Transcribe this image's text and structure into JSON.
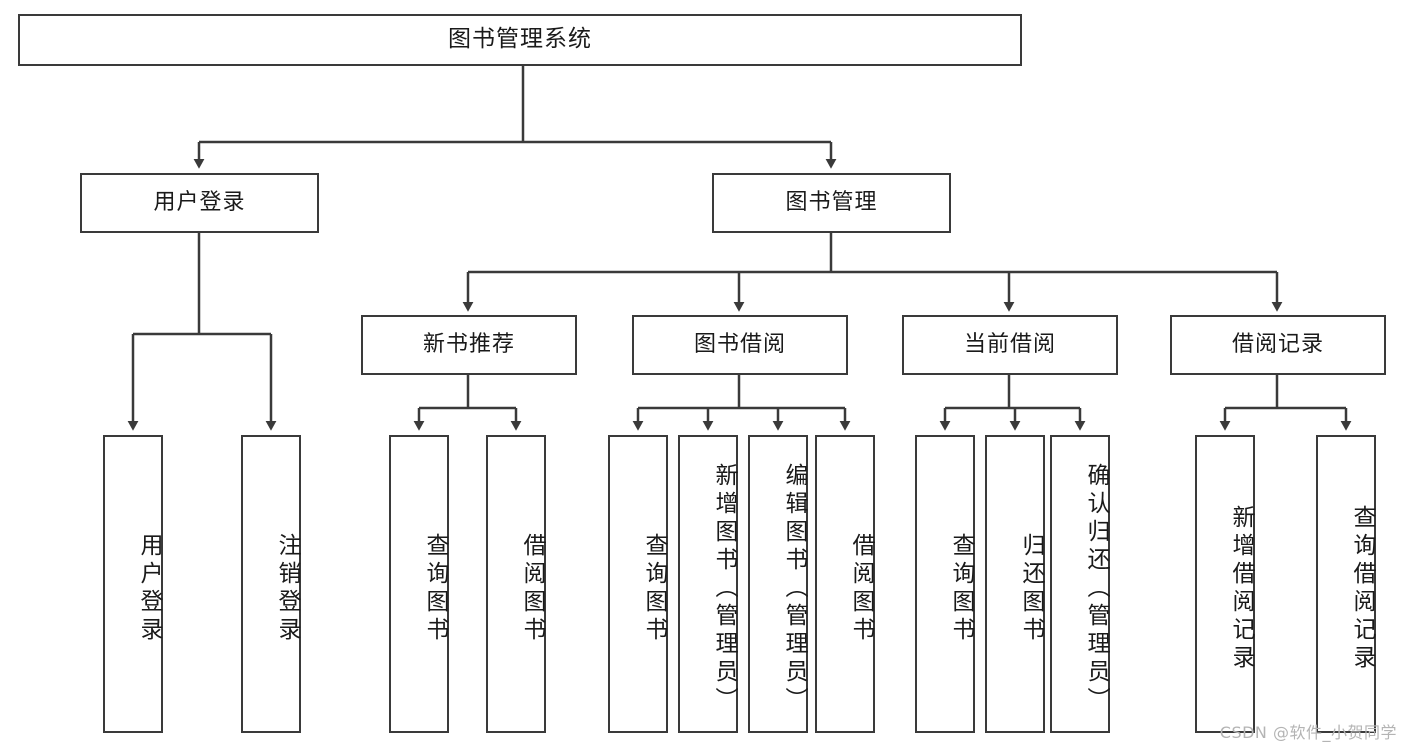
{
  "diagram": {
    "title": "图书管理系统",
    "type": "tree-hierarchy",
    "watermark": "CSDN @软件_小贺同学",
    "colors": {
      "stroke": "#3a3a3a",
      "fill": "#ffffff",
      "text": "#1a1a1a",
      "watermark": "#b4b4b4"
    },
    "levels": {
      "root": {
        "label": "图书管理系统"
      },
      "level2": [
        {
          "label": "用户登录"
        },
        {
          "label": "图书管理"
        }
      ],
      "level3": [
        {
          "label": "新书推荐"
        },
        {
          "label": "图书借阅"
        },
        {
          "label": "当前借阅"
        },
        {
          "label": "借阅记录"
        }
      ],
      "leaves": {
        "user_login": [
          {
            "label": "用户登录"
          },
          {
            "label": "注销登录"
          }
        ],
        "new_book_recommend": [
          {
            "label": "查询图书"
          },
          {
            "label": "借阅图书"
          }
        ],
        "book_borrow": [
          {
            "label": "查询图书"
          },
          {
            "label": "新增图书（管理员）"
          },
          {
            "label": "编辑图书（管理员）"
          },
          {
            "label": "借阅图书"
          }
        ],
        "current_borrow": [
          {
            "label": "查询图书"
          },
          {
            "label": "归还图书"
          },
          {
            "label": "确认归还（管理员）"
          }
        ],
        "borrow_record": [
          {
            "label": "新增借阅记录"
          },
          {
            "label": "查询借阅记录"
          }
        ]
      }
    }
  }
}
